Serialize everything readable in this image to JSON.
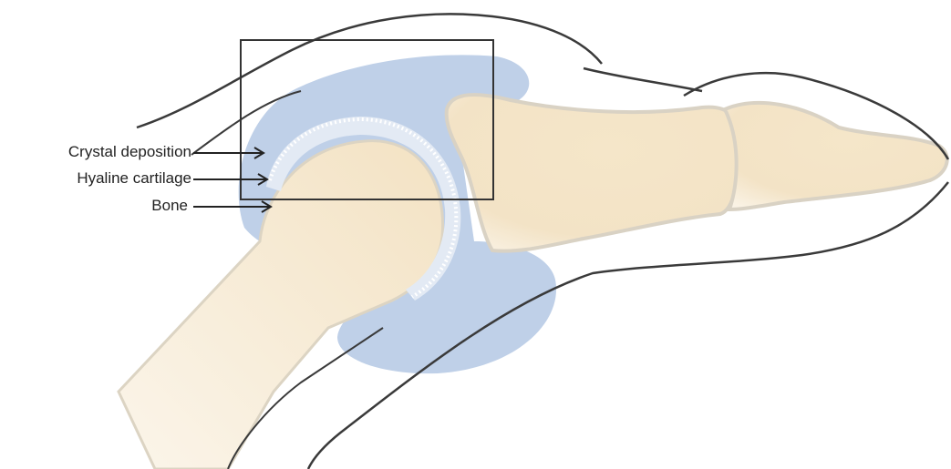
{
  "labels": {
    "crystal_deposition": "Crystal deposition",
    "hyaline_cartilage": "Hyaline cartilage",
    "bone": "Bone"
  },
  "colors": {
    "bone_fill": "#f3e3c6",
    "bone_outline": "#d9d2c4",
    "synovium_fill": "#bfd0e8",
    "cartilage_fill": "#e3eaf4",
    "crystal_dots": "#ffffff",
    "skin_outline": "#3a3a3a",
    "arrow": "#222222"
  }
}
